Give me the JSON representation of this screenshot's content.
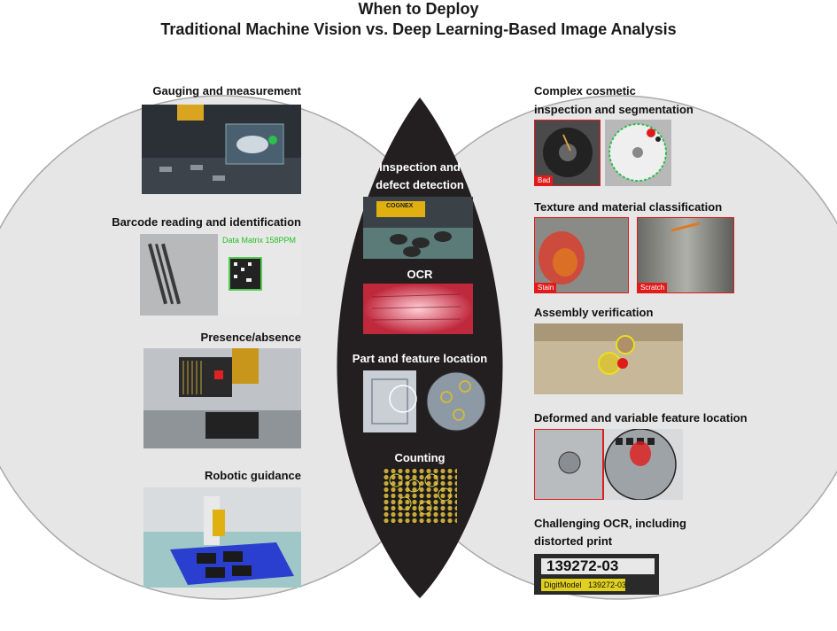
{
  "title": {
    "line1": "When to Deploy",
    "line2": "Traditional Machine Vision vs. Deep Learning-Based Image Analysis"
  },
  "left": {
    "items": [
      {
        "label": "Gauging and measurement"
      },
      {
        "label": "Barcode reading and identification",
        "image_text": "Data Matrix 158PPM"
      },
      {
        "label": "Presence/absence"
      },
      {
        "label": "Robotic guidance"
      }
    ]
  },
  "center": {
    "items": [
      {
        "label_line1": "Inspection and",
        "label_line2": "defect detection",
        "image_text": "COGNEX"
      },
      {
        "label": "OCR"
      },
      {
        "label": "Part and feature location"
      },
      {
        "label": "Counting"
      }
    ]
  },
  "right": {
    "items": [
      {
        "label_line1": "Complex cosmetic",
        "label_line2": "inspection and segmentation",
        "tag": "Bad"
      },
      {
        "label": "Texture and material classification",
        "tags": [
          "Stain",
          "Scratch"
        ]
      },
      {
        "label": "Assembly verification"
      },
      {
        "label": "Deformed and variable feature location"
      },
      {
        "label_line1": "Challenging OCR, including",
        "label_line2": "distorted print",
        "ocr_top": "139272-03",
        "ocr_bottom_a": "DigitModel",
        "ocr_bottom_b": "139272-03"
      }
    ]
  },
  "colors": {
    "circle_fill": "#e6e6e6",
    "circle_stroke": "#a9a9a9",
    "intersection": "#231f20",
    "defect_red": "#e01b1b"
  }
}
